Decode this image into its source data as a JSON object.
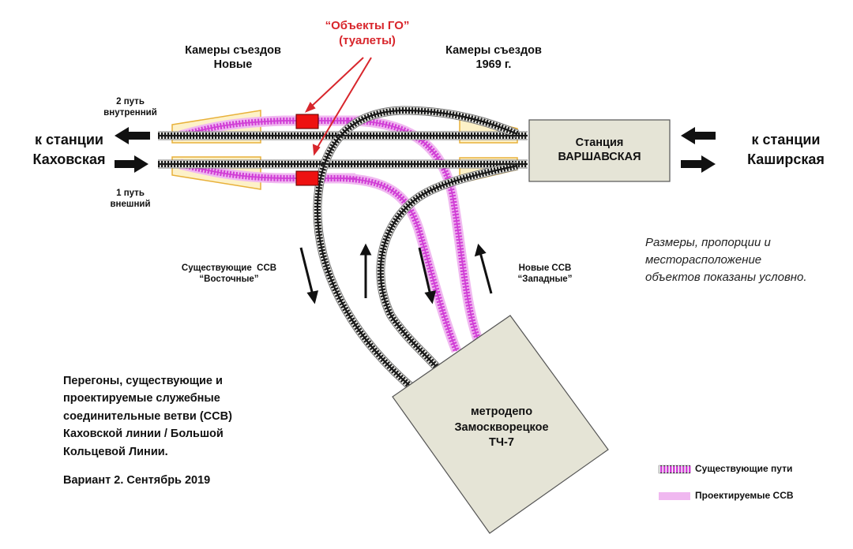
{
  "labels": {
    "cameras_new": [
      "Камеры съездов",
      "Новые"
    ],
    "objects_go": [
      "“Объекты ГО”",
      "(туалеты)"
    ],
    "cameras_1969": [
      "Камеры съездов",
      "1969 г."
    ],
    "track2": [
      "2 путь",
      "внутренний"
    ],
    "track1": [
      "1 путь",
      "внешний"
    ],
    "to_kakhovskaya": [
      "к станции",
      "Каховская"
    ],
    "to_kashirskaya": [
      "к станции",
      "Каширская"
    ],
    "station": [
      "Станция",
      "ВАРШАВСКАЯ"
    ],
    "existing_ssv": [
      "Существующие  ССВ",
      "“Восточные”"
    ],
    "new_ssv": [
      "Новые ССВ",
      "“Западные”"
    ],
    "depot": [
      "метродепо",
      "Замоскворецкое",
      "ТЧ-7"
    ]
  },
  "note": [
    "Размеры, пропорции и",
    "месторасположение",
    "объектов показаны условно."
  ],
  "title_block": [
    "Перегоны, существующие и",
    "проектируемые служебные",
    "соединительные ветви (ССВ)",
    "Каховской линии / Большой",
    "Кольцевой Линии.",
    "",
    "Вариант 2. Сентябрь 2019"
  ],
  "legend": [
    {
      "label": "Существующие пути",
      "type": "existing"
    },
    {
      "label": "Проектируемые ССВ",
      "type": "planned"
    }
  ],
  "colors": {
    "existing_track": "#1a1a1a",
    "planned_track": "#d13fd6",
    "planned_glow": "#f0b8f0",
    "camera_fill": "#fdf1c8",
    "camera_stroke": "#e8b13a",
    "station_fill": "#e5e4d6",
    "object_fill": "#ee1111",
    "pointer": "#d8262c"
  }
}
